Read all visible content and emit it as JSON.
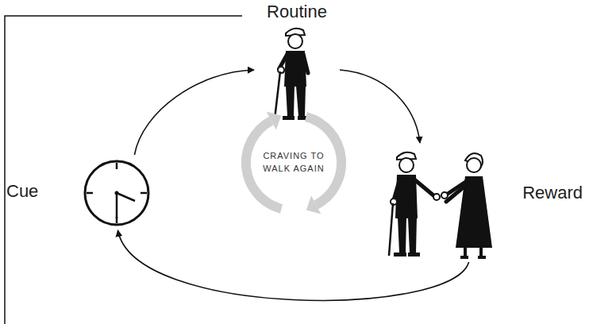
{
  "diagram": {
    "nodes": [
      {
        "text": [
          "Cue"
        ]
      },
      {
        "text": [
          "Routine"
        ]
      },
      {
        "text": [
          "Reward"
        ]
      },
      {
        "text": [
          "CRAVING TO WALK AGAIN"
        ]
      }
    ],
    "edges": [
      {
        "from": 0,
        "to": 1,
        "arrow": "to"
      },
      {
        "from": 1,
        "to": 2,
        "arrow": "to"
      },
      {
        "from": 2,
        "to": 0,
        "arrow": "to"
      }
    ]
  }
}
